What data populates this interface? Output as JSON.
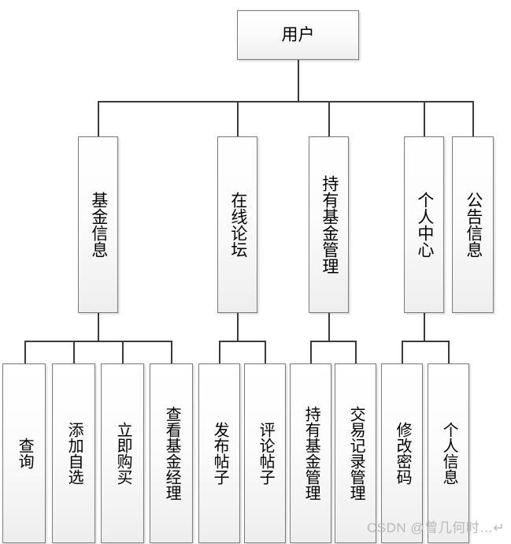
{
  "diagram": {
    "type": "org-chart",
    "title": "用户",
    "root": {
      "id": "root",
      "label": "用户"
    },
    "level2": [
      {
        "id": "fund-info",
        "label": "基金信息"
      },
      {
        "id": "online-forum",
        "label": "在线论坛"
      },
      {
        "id": "held-fund-mgmt",
        "label": "持有基金管理"
      },
      {
        "id": "personal-center",
        "label": "个人中心"
      },
      {
        "id": "announcement",
        "label": "公告信息"
      }
    ],
    "level3": [
      {
        "id": "query",
        "label": "查询",
        "parent": "fund-info"
      },
      {
        "id": "add-watchlist",
        "label": "添加自选",
        "parent": "fund-info"
      },
      {
        "id": "buy-now",
        "label": "立即购买",
        "parent": "fund-info"
      },
      {
        "id": "view-fund-manager",
        "label": "查看基金经理",
        "parent": "fund-info"
      },
      {
        "id": "post-thread",
        "label": "发布帖子",
        "parent": "online-forum"
      },
      {
        "id": "comment-thread",
        "label": "评论帖子",
        "parent": "online-forum"
      },
      {
        "id": "held-fund-manage",
        "label": "持有基金管理",
        "parent": "held-fund-mgmt"
      },
      {
        "id": "trade-record-mgmt",
        "label": "交易记录管理",
        "parent": "held-fund-mgmt"
      },
      {
        "id": "change-password",
        "label": "修改密码",
        "parent": "personal-center"
      },
      {
        "id": "personal-info",
        "label": "个人信息",
        "parent": "personal-center"
      }
    ]
  },
  "watermark": {
    "text": "CSDN @曾几何时…↵"
  },
  "colors": {
    "node_border": "#7a7a7a",
    "node_fill_top": "#ffffff",
    "node_fill_bottom": "#eeeeee",
    "connector": "#3a3a3a",
    "text": "#000000",
    "watermark": "#b9b9bd",
    "background": "#ffffff"
  }
}
